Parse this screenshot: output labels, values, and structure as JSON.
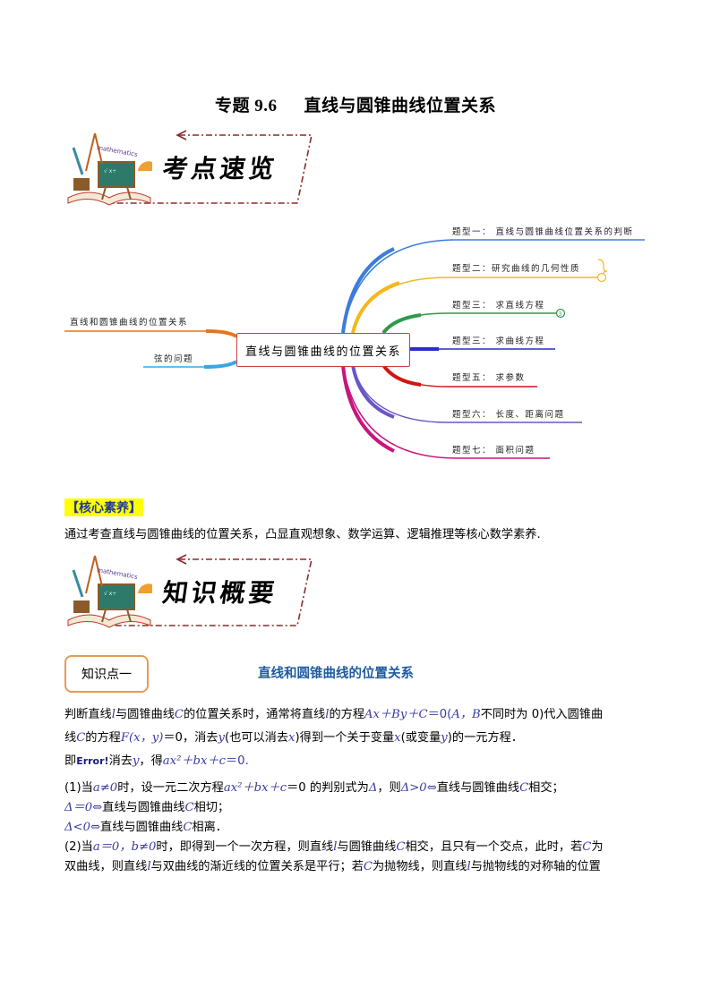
{
  "header": {
    "title_prefix": "专题 9.6",
    "title_main": "直线与圆锥曲线位置关系"
  },
  "banners": {
    "overview": {
      "label": "考点速览",
      "illustration_text": "mathematics"
    },
    "knowledge": {
      "label": "知识概要",
      "illustration_text": "mathematics"
    }
  },
  "mindmap": {
    "center": "直线与圆锥曲线的位置关系",
    "left_branches": [
      {
        "label": "直线和圆锥曲线的位置关系",
        "color": "#e8741c"
      },
      {
        "label": "弦的问题",
        "color": "#3aa6e0"
      }
    ],
    "right_branches": [
      {
        "label": "题型一：  直线与圆锥曲线位置关系的判断",
        "color": "#3b7dd8"
      },
      {
        "label": "题型二：研究曲线的几何性质",
        "color": "#f2b81c",
        "badge": "+"
      },
      {
        "label": "题型三：  求直线方程",
        "color": "#2f9a4a",
        "badge": "3"
      },
      {
        "label": "题型三：  求曲线方程",
        "color": "#2b2fc7"
      },
      {
        "label": "题型五：   求参数",
        "color": "#d01515"
      },
      {
        "label": "题型六：   长度、距离问题",
        "color": "#6a55c8"
      },
      {
        "label": "题型七：   面积问题",
        "color": "#c8157e"
      }
    ]
  },
  "core_literacy": {
    "tag": "【核心素养】",
    "text": "通过考查直线与圆锥曲线的位置关系，凸显直观想象、数学运算、逻辑推理等核心数学素养."
  },
  "knowledge_point": {
    "box_label": "知识点一",
    "title": "直线和圆锥曲线的位置关系",
    "paragraphs": {
      "p1_a": "判断直线",
      "p1_l": "l",
      "p1_b": "与圆锥曲线",
      "p1_C": "C",
      "p1_c": "的位置关系时，通常将直线",
      "p1_l2": "l",
      "p1_d": "的方程",
      "p1_eq": "Ax＋By＋C",
      "p1_e": "＝0(",
      "p1_AB": "A，B",
      "p1_f": "不同时为 0)代入圆锥曲",
      "p2_a": "线",
      "p2_C": "C",
      "p2_b": "的方程",
      "p2_F": "F(x，y)",
      "p2_c": "＝0，消去",
      "p2_y": "y",
      "p2_d": "(也可以消去",
      "p2_x": "x",
      "p2_e": ")得到一个关于变量",
      "p2_x2": "x",
      "p2_f": "(或变量",
      "p2_y2": "y",
      "p2_g": ")的一元方程．",
      "p3_a": "即",
      "p3_err": "Error!",
      "p3_b": "消去",
      "p3_y": "y",
      "p3_c": "，得",
      "p3_eq": "ax²＋bx＋c",
      "p3_d": "＝0.",
      "p4_a": "(1)当",
      "p4_cond": "a≠0",
      "p4_b": "时，设一元二次方程",
      "p4_eq": "ax²＋bx＋c",
      "p4_c": "＝0 的判别式为",
      "p4_delta": "Δ",
      "p4_d": "，则",
      "p4_rel": "Δ>0⇔",
      "p4_e": "直线与圆锥曲线",
      "p4_C": "C",
      "p4_f": "相交；",
      "p5_rel": "Δ＝0⇔",
      "p5_a": "直线与圆锥曲线",
      "p5_C": "C",
      "p5_b": "相切；",
      "p6_rel": "Δ<0⇔",
      "p6_a": "直线与圆锥曲线",
      "p6_C": "C",
      "p6_b": "相离．",
      "p7_a": "(2)当",
      "p7_cond": "a＝0，b≠0",
      "p7_b": "时，即得到一个一次方程，则直线",
      "p7_l": "l",
      "p7_c": "与圆锥曲线",
      "p7_C": "C",
      "p7_d": "相交，且只有一个交点，此时，若",
      "p7_C2": "C",
      "p7_e": "为",
      "p8_a": "双曲线，则直线",
      "p8_l": "l",
      "p8_b": "与双曲线的渐近线的位置关系是平行；若",
      "p8_C": "C",
      "p8_c": "为抛物线，则直线",
      "p8_l2": "l",
      "p8_d": "与抛物线的对称轴的位置"
    }
  }
}
